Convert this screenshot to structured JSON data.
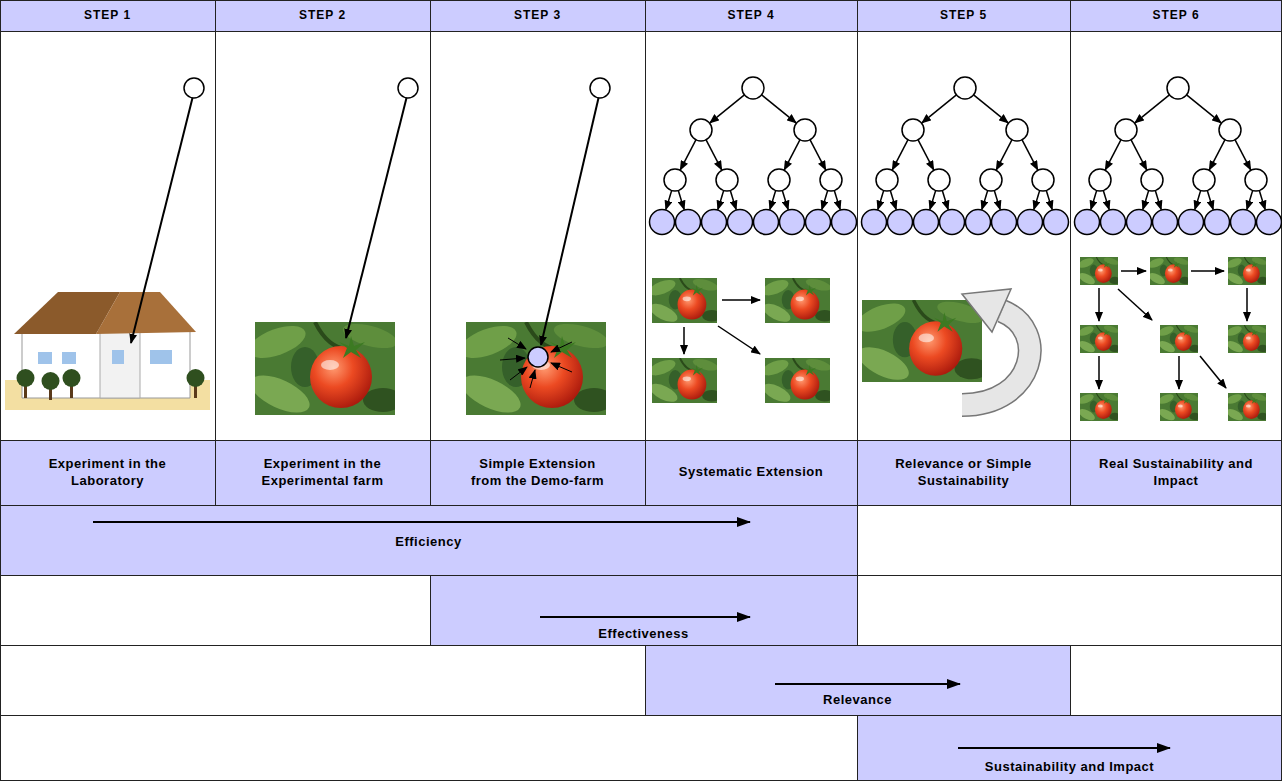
{
  "diagram": {
    "nodes": [
      {
        "text": [
          "STEP 1"
        ]
      },
      {
        "text": [
          "STEP 2"
        ]
      },
      {
        "text": [
          "STEP 3"
        ]
      },
      {
        "text": [
          "STEP 4"
        ]
      },
      {
        "text": [
          "STEP 5"
        ]
      },
      {
        "text": [
          "STEP 6"
        ]
      },
      {
        "text": [
          "Experiment in the Laboratory"
        ]
      },
      {
        "text": [
          "Experiment in the Experimental farm"
        ]
      },
      {
        "text": [
          "Simple Extension from the Demo-farm"
        ]
      },
      {
        "text": [
          "Systematic Extension"
        ]
      },
      {
        "text": [
          "Relevance or Simple Sustainability"
        ]
      },
      {
        "text": [
          "Real Sustainability and Impact"
        ]
      },
      {
        "text": [
          "Efficiency"
        ]
      },
      {
        "text": [
          "Effectiveness"
        ]
      },
      {
        "text": [
          "Relevance"
        ]
      },
      {
        "text": [
          "Sustainability and Impact"
        ]
      }
    ]
  }
}
